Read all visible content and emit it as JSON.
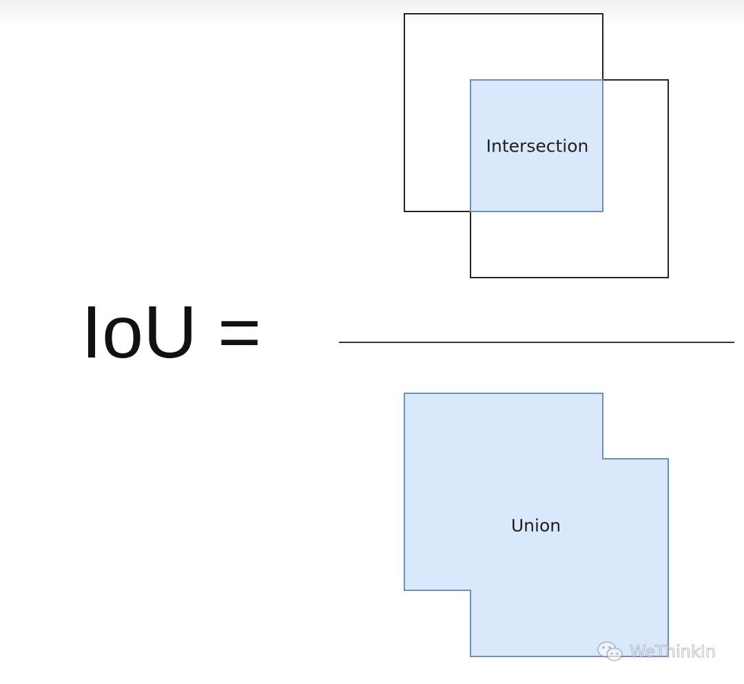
{
  "equation": {
    "lhs": "IoU ="
  },
  "numerator": {
    "label": "Intersection"
  },
  "denominator": {
    "label": "Union"
  },
  "watermark": {
    "icon": "wechat-icon",
    "text": "WeThinkIn"
  },
  "colors": {
    "fill": "#dae8fc",
    "fill_stroke": "#6c8ebf",
    "box_stroke": "#222222",
    "fraction_bar": "#333333"
  }
}
